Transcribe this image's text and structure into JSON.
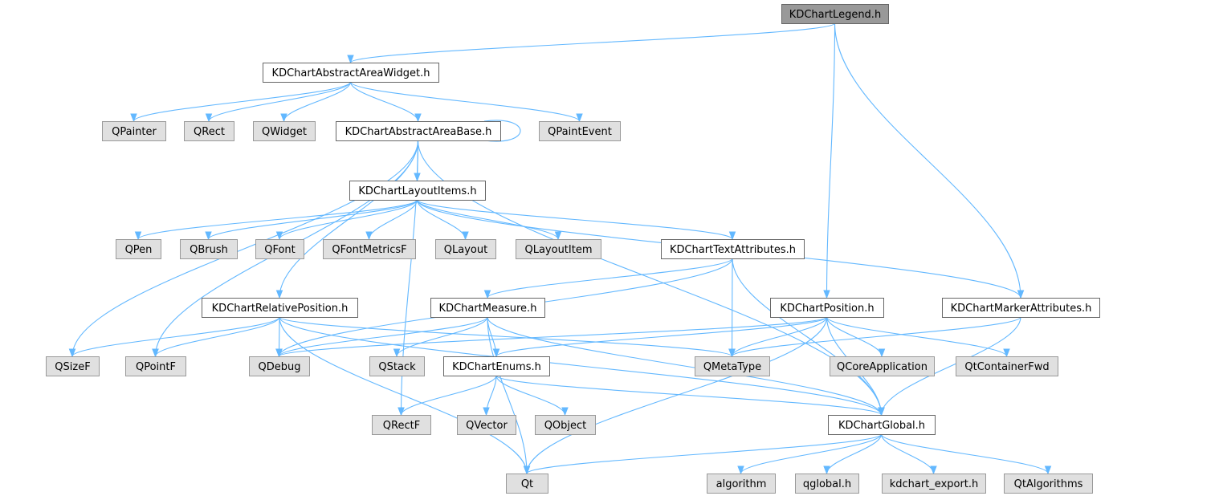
{
  "colors": {
    "edge": "#63b8ff",
    "root_fill": "#999999",
    "root_stroke": "#666666",
    "header_fill": "#ffffff",
    "header_stroke": "#666666",
    "external_fill": "#e0e0e0",
    "external_stroke": "#999999"
  },
  "nodes": [
    {
      "id": "legend",
      "label": "KDChartLegend.h",
      "kind": "root"
    },
    {
      "id": "aaw",
      "label": "KDChartAbstractAreaWidget.h",
      "kind": "header"
    },
    {
      "id": "qpainter",
      "label": "QPainter",
      "kind": "external"
    },
    {
      "id": "qrect",
      "label": "QRect",
      "kind": "external"
    },
    {
      "id": "qwidget",
      "label": "QWidget",
      "kind": "external"
    },
    {
      "id": "aab",
      "label": "KDChartAbstractAreaBase.h",
      "kind": "header"
    },
    {
      "id": "qpaintevent",
      "label": "QPaintEvent",
      "kind": "external"
    },
    {
      "id": "li",
      "label": "KDChartLayoutItems.h",
      "kind": "header"
    },
    {
      "id": "qpen",
      "label": "QPen",
      "kind": "external"
    },
    {
      "id": "qbrush",
      "label": "QBrush",
      "kind": "external"
    },
    {
      "id": "qfont",
      "label": "QFont",
      "kind": "external"
    },
    {
      "id": "qfm",
      "label": "QFontMetricsF",
      "kind": "external"
    },
    {
      "id": "qlayout",
      "label": "QLayout",
      "kind": "external"
    },
    {
      "id": "qlayoutitem",
      "label": "QLayoutItem",
      "kind": "external"
    },
    {
      "id": "ta",
      "label": "KDChartTextAttributes.h",
      "kind": "header"
    },
    {
      "id": "rp",
      "label": "KDChartRelativePosition.h",
      "kind": "header"
    },
    {
      "id": "meas",
      "label": "KDChartMeasure.h",
      "kind": "header"
    },
    {
      "id": "pos",
      "label": "KDChartPosition.h",
      "kind": "header"
    },
    {
      "id": "ma",
      "label": "KDChartMarkerAttributes.h",
      "kind": "header"
    },
    {
      "id": "qsizef",
      "label": "QSizeF",
      "kind": "external"
    },
    {
      "id": "qpointf",
      "label": "QPointF",
      "kind": "external"
    },
    {
      "id": "qdebug",
      "label": "QDebug",
      "kind": "external"
    },
    {
      "id": "qstack",
      "label": "QStack",
      "kind": "external"
    },
    {
      "id": "enums",
      "label": "KDChartEnums.h",
      "kind": "header"
    },
    {
      "id": "qmetatype",
      "label": "QMetaType",
      "kind": "external"
    },
    {
      "id": "qcoreapp",
      "label": "QCoreApplication",
      "kind": "external"
    },
    {
      "id": "qtcf",
      "label": "QtContainerFwd",
      "kind": "external"
    },
    {
      "id": "qrectf",
      "label": "QRectF",
      "kind": "external"
    },
    {
      "id": "qvector",
      "label": "QVector",
      "kind": "external"
    },
    {
      "id": "qobject",
      "label": "QObject",
      "kind": "external"
    },
    {
      "id": "global",
      "label": "KDChartGlobal.h",
      "kind": "header"
    },
    {
      "id": "qt",
      "label": "Qt",
      "kind": "external"
    },
    {
      "id": "algorithm",
      "label": "algorithm",
      "kind": "external"
    },
    {
      "id": "qglobal",
      "label": "qglobal.h",
      "kind": "external"
    },
    {
      "id": "kdexport",
      "label": "kdchart_export.h",
      "kind": "external"
    },
    {
      "id": "qtalg",
      "label": "QtAlgorithms",
      "kind": "external"
    }
  ],
  "edges": [
    [
      "legend",
      "aaw"
    ],
    [
      "legend",
      "pos"
    ],
    [
      "legend",
      "ma"
    ],
    [
      "aaw",
      "qpainter"
    ],
    [
      "aaw",
      "qrect"
    ],
    [
      "aaw",
      "qwidget"
    ],
    [
      "aaw",
      "aab"
    ],
    [
      "aaw",
      "qpaintevent"
    ],
    [
      "aab",
      "aab"
    ],
    [
      "aab",
      "li"
    ],
    [
      "aab",
      "rp"
    ],
    [
      "aab",
      "qsizef"
    ],
    [
      "aab",
      "qpointf"
    ],
    [
      "aab",
      "qrectf"
    ],
    [
      "aab",
      "global"
    ],
    [
      "li",
      "qpen"
    ],
    [
      "li",
      "qbrush"
    ],
    [
      "li",
      "qfont"
    ],
    [
      "li",
      "qfm"
    ],
    [
      "li",
      "qlayout"
    ],
    [
      "li",
      "qlayoutitem"
    ],
    [
      "li",
      "ta"
    ],
    [
      "li",
      "ma"
    ],
    [
      "ta",
      "meas"
    ],
    [
      "ta",
      "qdebug"
    ],
    [
      "ta",
      "qmetatype"
    ],
    [
      "ta",
      "global"
    ],
    [
      "rp",
      "qsizef"
    ],
    [
      "rp",
      "qpointf"
    ],
    [
      "rp",
      "qdebug"
    ],
    [
      "rp",
      "qt"
    ],
    [
      "rp",
      "qmetatype"
    ],
    [
      "rp",
      "global"
    ],
    [
      "meas",
      "qdebug"
    ],
    [
      "meas",
      "qstack"
    ],
    [
      "meas",
      "enums"
    ],
    [
      "meas",
      "qt"
    ],
    [
      "meas",
      "global"
    ],
    [
      "pos",
      "qdebug"
    ],
    [
      "pos",
      "qmetatype"
    ],
    [
      "pos",
      "qcoreapp"
    ],
    [
      "pos",
      "qtcf"
    ],
    [
      "pos",
      "enums"
    ],
    [
      "pos",
      "qt"
    ],
    [
      "pos",
      "global"
    ],
    [
      "ma",
      "qmetatype"
    ],
    [
      "ma",
      "global"
    ],
    [
      "enums",
      "qrectf"
    ],
    [
      "enums",
      "qvector"
    ],
    [
      "enums",
      "qobject"
    ],
    [
      "enums",
      "global"
    ],
    [
      "global",
      "qt"
    ],
    [
      "global",
      "algorithm"
    ],
    [
      "global",
      "qglobal"
    ],
    [
      "global",
      "kdexport"
    ],
    [
      "global",
      "qtalg"
    ]
  ]
}
